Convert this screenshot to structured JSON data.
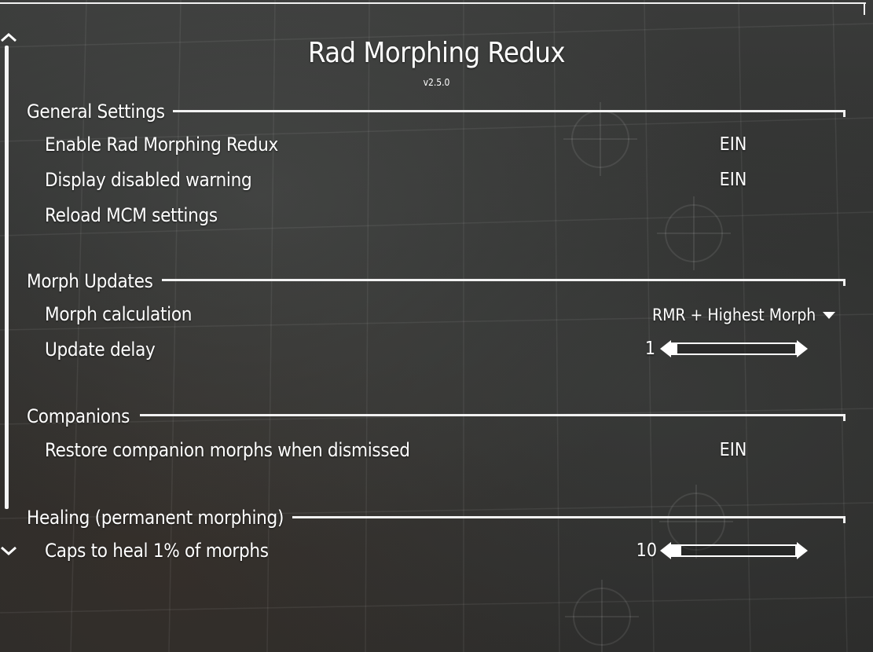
{
  "title": "Rad Morphing Redux",
  "version": "v2.5.0",
  "toggle_on_text": "EIN",
  "sections": {
    "general": {
      "heading": "General Settings",
      "enable": {
        "label": "Enable Rad Morphing Redux",
        "value": "EIN"
      },
      "warning": {
        "label": "Display disabled warning",
        "value": "EIN"
      },
      "reload": {
        "label": "Reload MCM settings"
      }
    },
    "morph_updates": {
      "heading": "Morph Updates",
      "calculation": {
        "label": "Morph calculation",
        "value": "RMR + Highest Morph"
      },
      "delay": {
        "label": "Update delay",
        "value": "1",
        "level": 0.02
      }
    },
    "companions": {
      "heading": "Companions",
      "restore": {
        "label": "Restore companion morphs when dismissed",
        "value": "EIN"
      }
    },
    "healing": {
      "heading": "Healing (permanent morphing)",
      "caps": {
        "label": "Caps to heal 1% of morphs",
        "value": "10",
        "level": 0.07
      }
    }
  },
  "icons": {
    "scroll_up": "chevron-up-icon",
    "scroll_down": "chevron-down-icon",
    "dropdown": "caret-down-icon"
  },
  "colors": {
    "text": "#ffffff",
    "accent": "#f2f2f2"
  }
}
